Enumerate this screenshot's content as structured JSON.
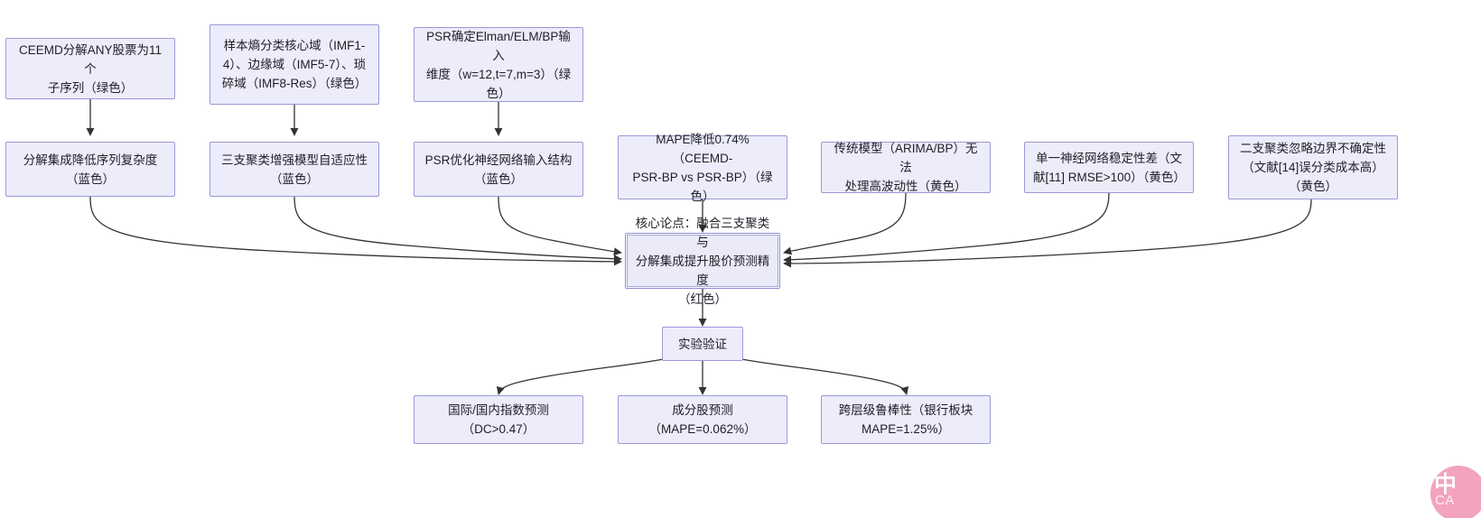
{
  "diagram": {
    "type": "argument-flowchart",
    "background_color": "#ffffff",
    "node_fill": "#ececfb",
    "node_border": "#9a9ad6",
    "edge_color": "#333333",
    "nodes": {
      "premise_ceemd": "CEEMD分解ANY股票为11个\n子序列（绿色）",
      "premise_entropy": "样本熵分类核心域（IMF1-\n4）、边缘域（IMF5-7）、琐\n碎域（IMF8-Res）（绿色）",
      "premise_psr": "PSR确定Elman/ELM/BP输入\n维度（w=12,t=7,m=3）（绿\n色）",
      "support_decomp": "分解集成降低序列复杂度\n（蓝色）",
      "support_cluster": "三支聚类增强模型自适应性\n（蓝色）",
      "support_psr": "PSR优化神经网络输入结构\n（蓝色）",
      "evidence_mape": "MAPE降低0.74%（CEEMD-\nPSR-BP vs PSR-BP）（绿\n色）",
      "gap_traditional": "传统模型（ARIMA/BP）无法\n处理高波动性（黄色）",
      "gap_single_nn": "单一神经网络稳定性差（文\n献[11] RMSE>100）（黄色）",
      "gap_two_way": "二支聚类忽略边界不确定性\n（文献[14]误分类成本高）\n（黄色）",
      "core_claim": "核心论点：融合三支聚类与\n分解集成提升股价预测精度\n（红色）",
      "experiment": "实验验证",
      "result_index": "国际/国内指数预测\n（DC>0.47）",
      "result_stock": "成分股预测\n（MAPE=0.062%）",
      "result_robust": "跨层级鲁棒性（银行板块\nMAPE=1.25%）"
    },
    "watermark": {
      "glyph_main": "中",
      "glyph_sub": "CA",
      "color": "#f3a3bd"
    }
  }
}
